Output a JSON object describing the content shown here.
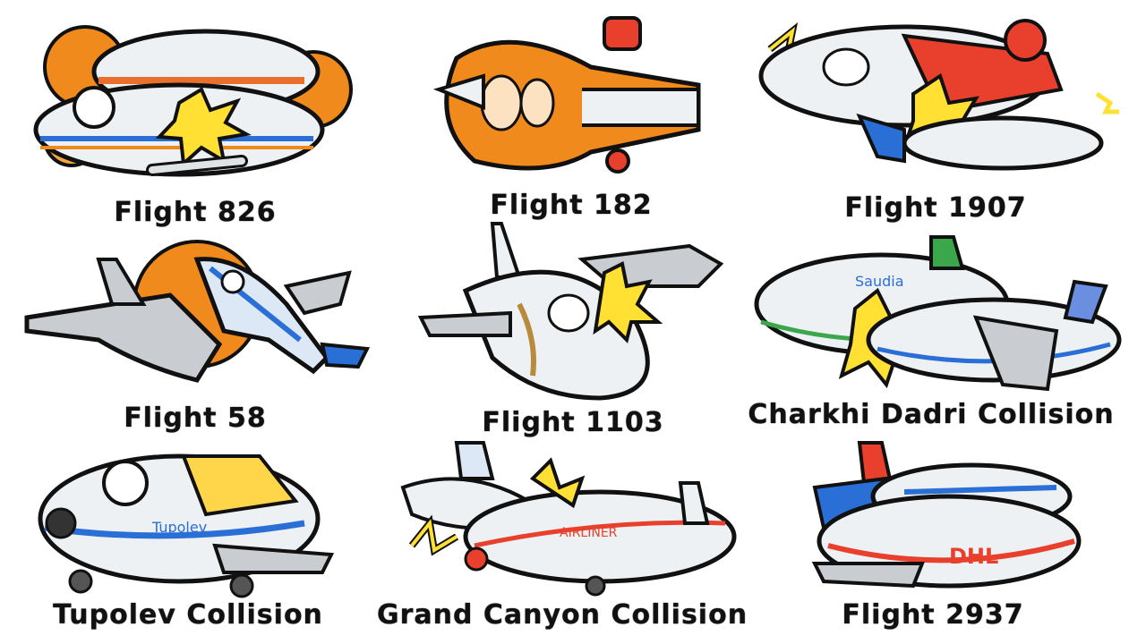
{
  "panels": [
    {
      "caption": "Flight 826",
      "icon": "collision-explosion-icon"
    },
    {
      "caption": "Flight 182",
      "icon": "burning-plane-icon"
    },
    {
      "caption": "Flight 1907",
      "icon": "midair-collision-icon"
    },
    {
      "caption": "Flight 58",
      "icon": "exploding-plane-icon"
    },
    {
      "caption": "Flight 1103",
      "icon": "fighter-attack-icon"
    },
    {
      "caption": "Charkhi Dadri Collision",
      "icon": "midair-collision-icon",
      "fuselage_text": "Saudia"
    },
    {
      "caption": "Tupolev Collision",
      "icon": "burning-plane-icon",
      "fuselage_text": "Tupolev"
    },
    {
      "caption": "Grand Canyon Collision",
      "icon": "midair-collision-icon",
      "fuselage_text": "AIRLINER"
    },
    {
      "caption": "Flight 2937",
      "icon": "midair-collision-icon",
      "fuselage_text": "DHL"
    }
  ],
  "colors": {
    "outline": "#111111",
    "fuselage": "#eef1f3",
    "fire": "#f08a1c",
    "flash": "#ffe033",
    "red": "#e8402c",
    "blue": "#2a6fd6"
  }
}
